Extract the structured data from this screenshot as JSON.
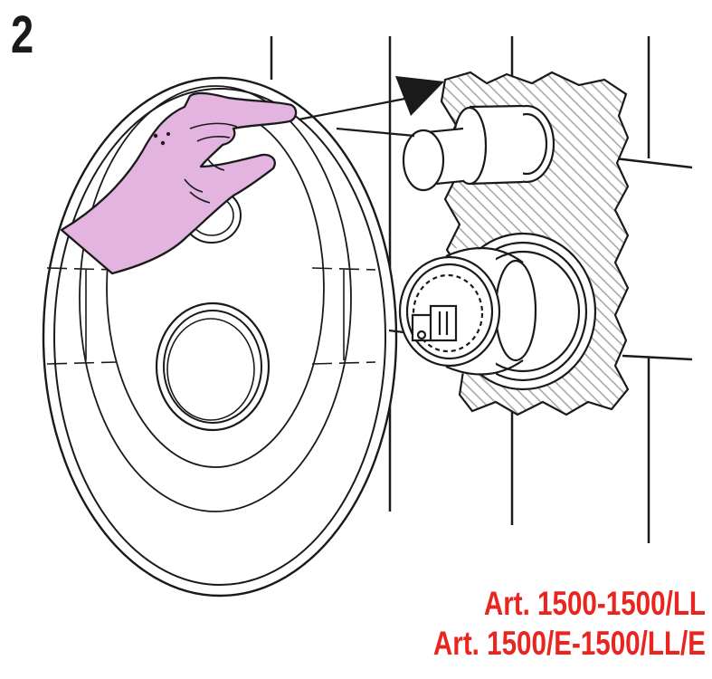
{
  "step": {
    "number": "2"
  },
  "article_lines": [
    "Art. 1500-1500/LL",
    "Art. 1500/E-1500/LL/E"
  ],
  "colors": {
    "ink": "#1a1a1a",
    "article_text": "#e8251f",
    "hand_fill": "#e3b4e0",
    "hatch": "#9a9a9a",
    "background": "#ffffff"
  },
  "icons": {
    "direction": "arrow-right-icon",
    "hand": "hand-icon"
  }
}
